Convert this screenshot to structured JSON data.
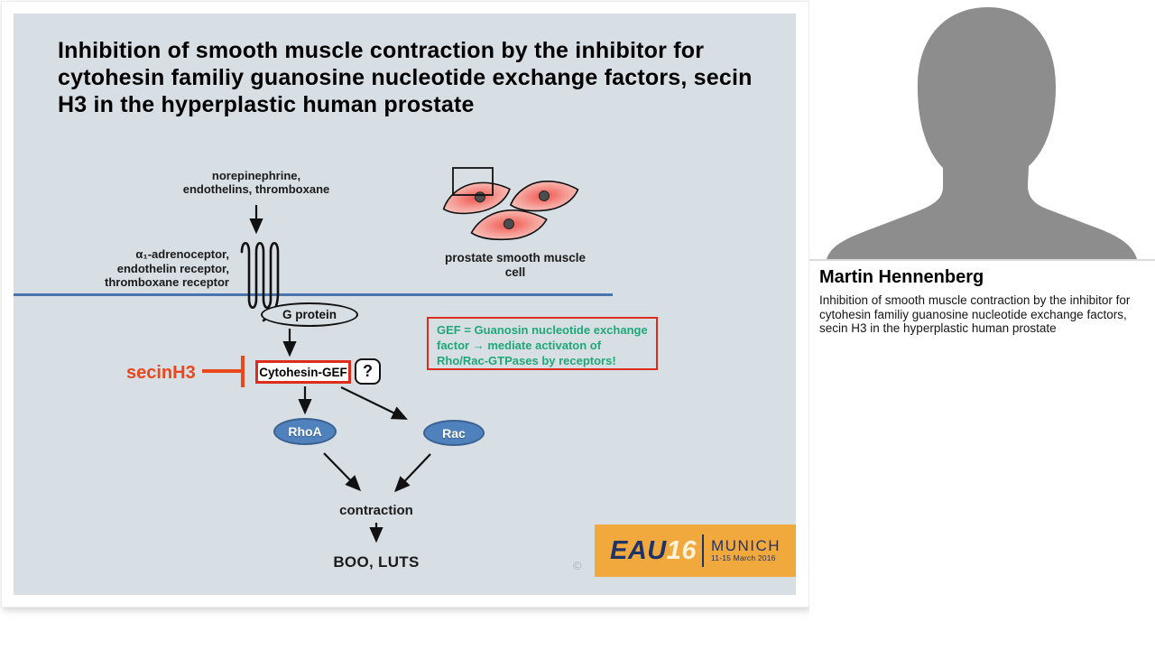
{
  "slide": {
    "title": "Inhibition of smooth muscle contraction by the inhibitor for cytohesin familiy guanosine nucleotide exchange factors, secin H3 in the hyperplastic human prostate",
    "labels": {
      "stimuli": "norepinephrine,\nendothelins, thromboxane",
      "receptors": "α₁-adrenoceptor,\nendothelin receptor,\nthromboxane receptor",
      "g_protein": "G protein",
      "inhibitor": "secinH3",
      "gef_node": "Cytohesin-GEF",
      "question_mark": "?",
      "gef_note": "GEF = Guanosin nucleotide exchange\nfactor → mediate activaton of\nRho/Rac-GTPases by receptors!",
      "rhoa": "RhoA",
      "rac": "Rac",
      "contraction": "contraction",
      "outcome": "BOO, LUTS",
      "cell": "prostate smooth muscle\ncell",
      "copyright": "©"
    },
    "logo": {
      "org": "EAU",
      "year": "16",
      "city": "MUNICH",
      "dates": "11-15 March 2016"
    }
  },
  "speaker": {
    "name": "Martin Hennenberg",
    "description": "Inhibition of smooth muscle contraction by the inhibitor for cytohesin familiy guanosine nucleotide exchange factors, secin H3 in the hyperplastic human prostate"
  },
  "colors": {
    "slide_bg": "#d7dfe5",
    "inhibitor_red": "#e8481c",
    "note_border_red": "#dd2b1c",
    "note_text_green": "#1fa877",
    "node_blue": "#4f81bd",
    "membrane_blue": "#4a74ae",
    "logo_orange": "#f1a93d",
    "logo_navy": "#1e3368",
    "silhouette_gray": "#8d8d8d"
  }
}
